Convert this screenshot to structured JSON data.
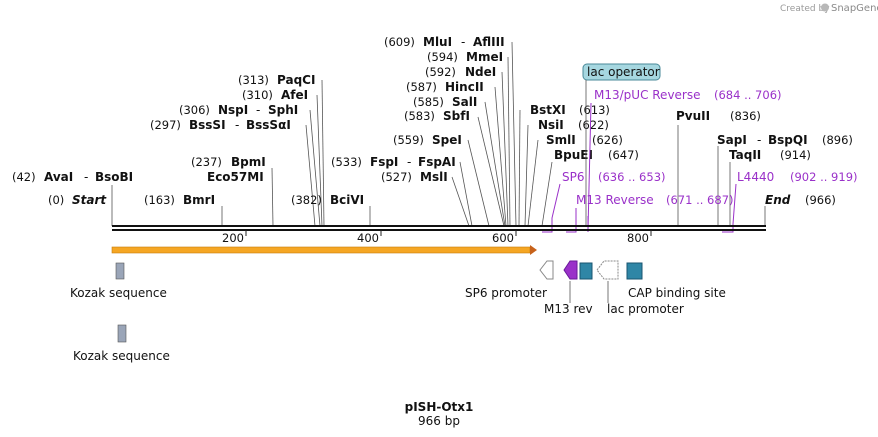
{
  "credit": {
    "prefix": "Created by",
    "brand": "SnapGene"
  },
  "plasmid": {
    "name": "pISH-Otx1",
    "length_label": "966 bp"
  },
  "sites": {
    "s609": {
      "pos": "(609)",
      "name": "MluI",
      "dash": "-",
      "name2": "AflIII"
    },
    "s594": {
      "pos": "(594)",
      "name": "MmeI"
    },
    "s592": {
      "pos": "(592)",
      "name": "NdeI"
    },
    "s587": {
      "pos": "(587)",
      "name": "HincII"
    },
    "s585": {
      "pos": "(585)",
      "name": "SalI"
    },
    "s583": {
      "pos": "(583)",
      "name": "SbfI"
    },
    "s559": {
      "pos": "(559)",
      "name": "SpeI"
    },
    "s533": {
      "pos": "(533)",
      "name": "FspI",
      "dash": "-",
      "name2": "FspAI"
    },
    "s527": {
      "pos": "(527)",
      "name": "MslI"
    },
    "s313": {
      "pos": "(313)",
      "name": "PaqCI"
    },
    "s310": {
      "pos": "(310)",
      "name": "AfeI"
    },
    "s306": {
      "pos": "(306)",
      "name": "NspI",
      "dash": "-",
      "name2": "SphI"
    },
    "s297": {
      "pos": "(297)",
      "name": "BssSI",
      "dash": "-",
      "name2": "BssSαI"
    },
    "s237": {
      "pos": "(237)",
      "name": "BpmI"
    },
    "s237b": {
      "name": "Eco57MI"
    },
    "s42": {
      "pos": "(42)",
      "name": "AvaI",
      "dash": "-",
      "name2": "BsoBI"
    },
    "s163": {
      "pos": "(163)",
      "name": "BmrI"
    },
    "s382": {
      "pos": "(382)",
      "name": "BciVI"
    },
    "s0": {
      "pos": "(0)",
      "name": "Start"
    },
    "s613": {
      "name": "BstXI",
      "pos": "(613)"
    },
    "s622": {
      "name": "NsiI",
      "pos": "(622)"
    },
    "s626": {
      "name": "SmlI",
      "pos": "(626)"
    },
    "s647": {
      "name": "BpuEI",
      "pos": "(647)"
    },
    "s836": {
      "name": "PvuII",
      "pos": "(836)"
    },
    "s896": {
      "name": "SapI",
      "dash": "-",
      "name2": "BspQI",
      "pos": "(896)"
    },
    "s914": {
      "name": "TaqII",
      "pos": "(914)"
    },
    "s966": {
      "name": "End",
      "pos": "(966)"
    }
  },
  "primers": {
    "lac_operator": "lac operator",
    "m13puc": {
      "name": "M13/pUC Reverse",
      "range": "(684 .. 706)"
    },
    "sp6": {
      "name": "SP6",
      "range": "(636 .. 653)"
    },
    "m13rev": {
      "name": "M13 Reverse",
      "range": "(671 .. 687)"
    },
    "l4440": {
      "name": "L4440",
      "range": "(902 .. 919)"
    }
  },
  "axis": {
    "ticks": [
      "200",
      "400",
      "600",
      "800"
    ]
  },
  "features": {
    "kozak1": "Kozak sequence",
    "kozak2": "Kozak sequence",
    "sp6_promoter": "SP6 promoter",
    "m13_rev": "M13 rev",
    "lac_promoter": "lac promoter",
    "cap_site": "CAP binding site"
  },
  "colors": {
    "orf": "#f5a623",
    "primer": "#9a31c9",
    "cap_feature": "#2f86a6",
    "lac_operator_fill": "#a6d7e0",
    "kozak": "#9aa5b8",
    "promoter_outline": "#888888"
  }
}
